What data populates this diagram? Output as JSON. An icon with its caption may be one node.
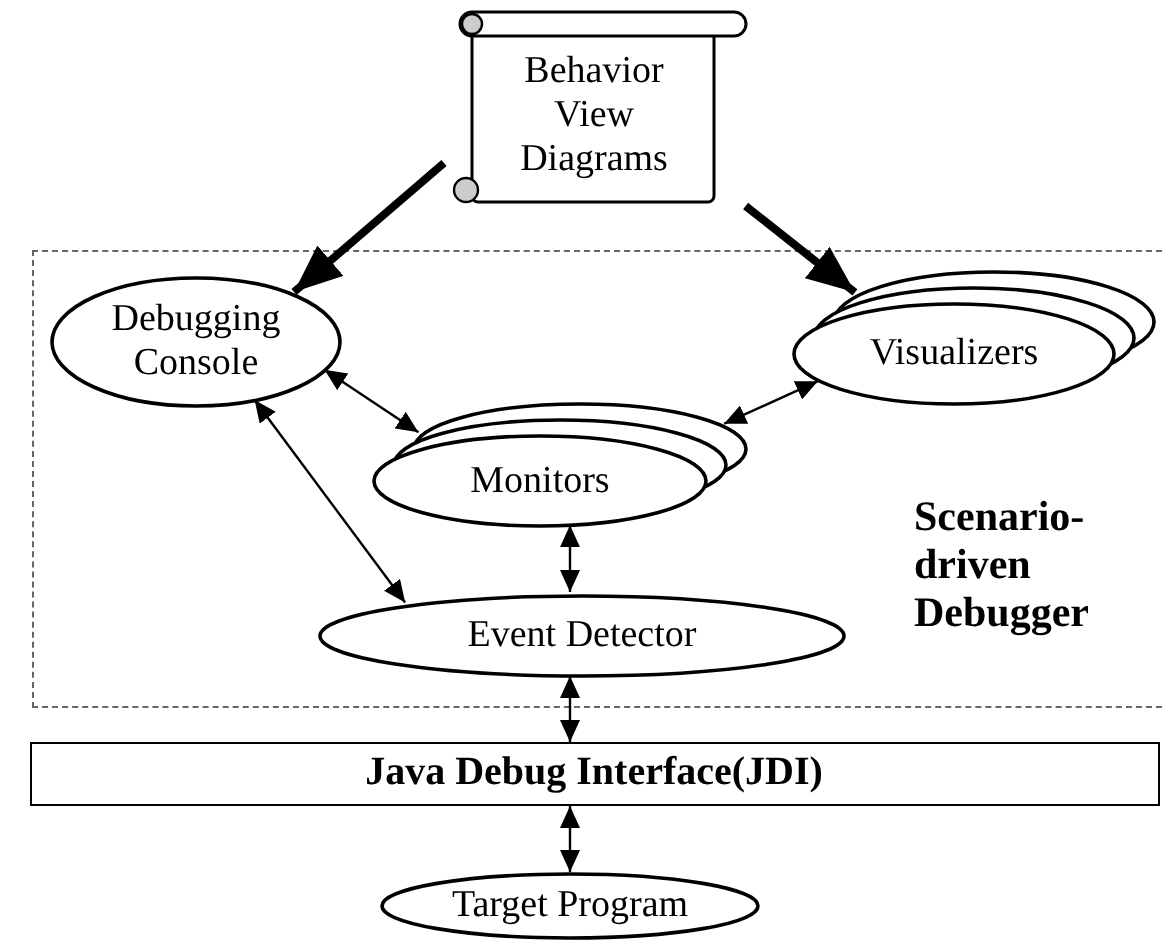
{
  "diagram": {
    "nodes": [
      {
        "text": [
          "Behavior View Diagrams"
        ]
      },
      {
        "text": [
          "Scenario-driven Debugger"
        ]
      },
      {
        "text": [
          "Debugging Console"
        ],
        "in": 1
      },
      {
        "text": [
          "Visualizers"
        ],
        "in": 1
      },
      {
        "text": [
          "Monitors"
        ],
        "in": 1
      },
      {
        "text": [
          "Event Detector"
        ],
        "in": 1
      },
      {
        "text": [
          "Java Debug Interface(JDI)"
        ]
      },
      {
        "text": [
          "Target Program"
        ]
      }
    ],
    "edges": [
      {
        "from": 0,
        "to": 2,
        "arrow": "to",
        "style": "thick"
      },
      {
        "from": 0,
        "to": 3,
        "arrow": "to",
        "style": "thick"
      },
      {
        "from": 2,
        "to": 4,
        "arrow": "both"
      },
      {
        "from": 2,
        "to": 5,
        "arrow": "both"
      },
      {
        "from": 4,
        "to": 3,
        "arrow": "both"
      },
      {
        "from": 4,
        "to": 5,
        "arrow": "both"
      },
      {
        "from": 5,
        "to": 6,
        "arrow": "both"
      },
      {
        "from": 6,
        "to": 7,
        "arrow": "both"
      }
    ]
  }
}
